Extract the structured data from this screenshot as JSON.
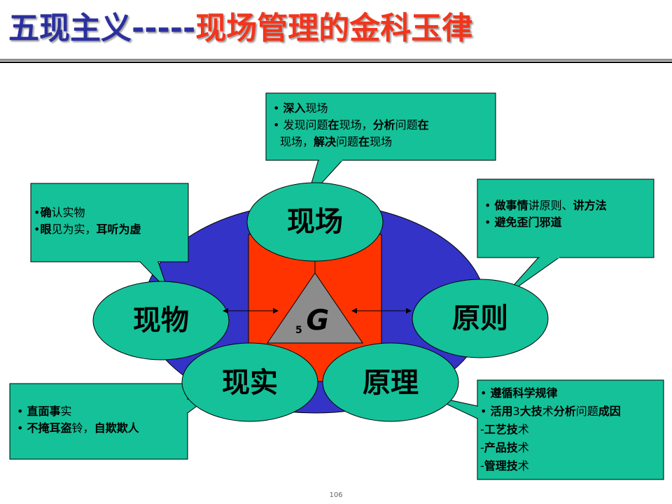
{
  "title": {
    "part1": "五现主义-----",
    "part2": "现场管理的金科玉律"
  },
  "center": {
    "sub": "5",
    "main": "G"
  },
  "nodes": {
    "top": "现场",
    "left": "现物",
    "right": "原则",
    "bottom_left": "现实",
    "bottom_right": "原理"
  },
  "callouts": {
    "top": [
      [
        "• ",
        "深入",
        "现场"
      ],
      [
        "• ",
        "发现问题",
        "在",
        "现场，",
        "分析",
        "问题",
        "在"
      ],
      [
        "  ",
        "现场，",
        "解决",
        "问题",
        "在",
        "现场"
      ]
    ],
    "left": [
      [
        "•",
        "确",
        "认实物"
      ],
      [
        "•",
        "眼",
        "见为实，",
        "耳听为",
        "虚"
      ]
    ],
    "right": [
      [
        "• ",
        "做事",
        "情",
        "讲原则、",
        "讲方法"
      ],
      [
        "• ",
        "避免歪门邪道"
      ]
    ],
    "bottom_left": [
      [
        "• ",
        "直面事",
        "实"
      ],
      [
        "• ",
        "不掩耳盗",
        "铃，",
        "自欺欺人"
      ]
    ],
    "bottom_right": [
      [
        "• ",
        "遵循科学规律"
      ],
      [
        "• ",
        "活用",
        "3",
        "大技",
        "术",
        "分析",
        "问题",
        "成因"
      ],
      [
        "-",
        "工艺技",
        "术"
      ],
      [
        "-",
        "产品技",
        "术"
      ],
      [
        "-",
        "管理技",
        "术"
      ]
    ]
  },
  "page_number": "106",
  "colors": {
    "title_blue": "#2b2f9e",
    "title_red": "#f2351c",
    "ellipse_blue": "#3333c8",
    "rect_red": "#ff3300",
    "teal": "#15c199",
    "triangle_gray": "#8c8c8c"
  }
}
